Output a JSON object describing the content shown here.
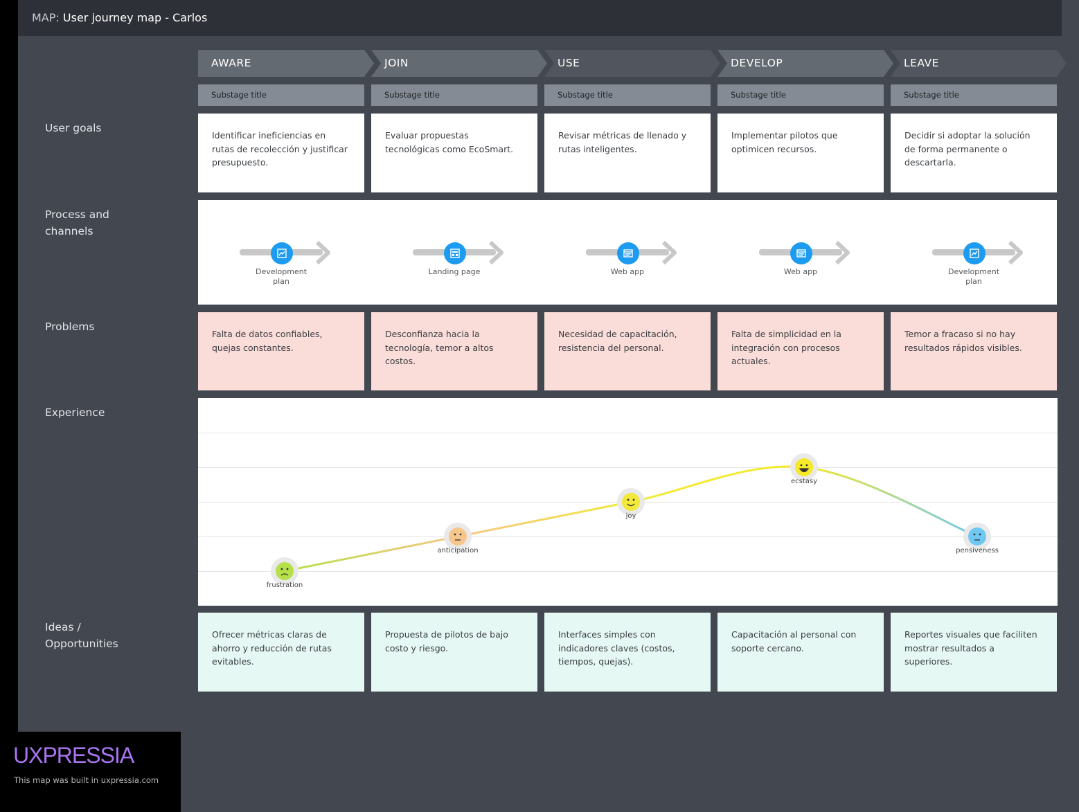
{
  "header": {
    "prefix": "MAP:",
    "title": "User journey map - Carlos"
  },
  "stages": [
    "AWARE",
    "JOIN",
    "USE",
    "DEVELOP",
    "LEAVE"
  ],
  "substages": [
    "Substage title",
    "Substage title",
    "Substage title",
    "Substage title",
    "Substage title"
  ],
  "row_labels": {
    "goals": "User goals",
    "process": "Process and channels",
    "problems": "Problems",
    "experience": "Experience",
    "ideas": "Ideas / Opportunities"
  },
  "goals": [
    "Identificar ineficiencias en rutas de recolección y justificar presupuesto.",
    "Evaluar propuestas tecnológicas como EcoSmart.",
    "Revisar métricas de llenado y rutas inteligentes.",
    "Implementar pilotos que optimicen recursos.",
    "Decidir si adoptar la solución de forma permanente o descartarla."
  ],
  "process": [
    {
      "label": "Development plan",
      "icon": "chart-icon"
    },
    {
      "label": "Landing page",
      "icon": "landing-page-icon"
    },
    {
      "label": "Web app",
      "icon": "web-app-icon"
    },
    {
      "label": "Web app",
      "icon": "web-app-icon"
    },
    {
      "label": "Development plan",
      "icon": "chart-icon"
    }
  ],
  "problems": [
    "Falta de datos confiables, quejas constantes.",
    "Desconfianza hacia la tecnología, temor a altos costos.",
    "Necesidad de capacitación, resistencia del personal.",
    "Falta de simplicidad en la integración con procesos actuales.",
    "Temor a fracaso si no hay resultados rápidos visibles."
  ],
  "experience": [
    {
      "emotion": "frustration",
      "level": 1,
      "color": "#b6e04a"
    },
    {
      "emotion": "anticipation",
      "level": 2,
      "color": "#f7c68a"
    },
    {
      "emotion": "joy",
      "level": 3,
      "color": "#f2e93a"
    },
    {
      "emotion": "ecstasy",
      "level": 4,
      "color": "#f5e92a"
    },
    {
      "emotion": "pensiveness",
      "level": 2,
      "color": "#6ec8f2"
    }
  ],
  "ideas": [
    "Ofrecer métricas claras de ahorro y reducción de rutas evitables.",
    "Propuesta de pilotos de bajo costo y riesgo.",
    "Interfaces simples con indicadores claves (costos, tiempos, quejas).",
    "Capacitación al personal con soporte cercano.",
    "Reportes visuales que faciliten mostrar resultados a superiores."
  ],
  "brand": {
    "logo": "UXPRESSIA",
    "built": "This map was built in uxpressia.com"
  },
  "colors": {
    "accent": "#1c9bf0",
    "brand": "#a875f0",
    "problem_bg": "#fadcd8",
    "idea_bg": "#e5f8f4"
  }
}
